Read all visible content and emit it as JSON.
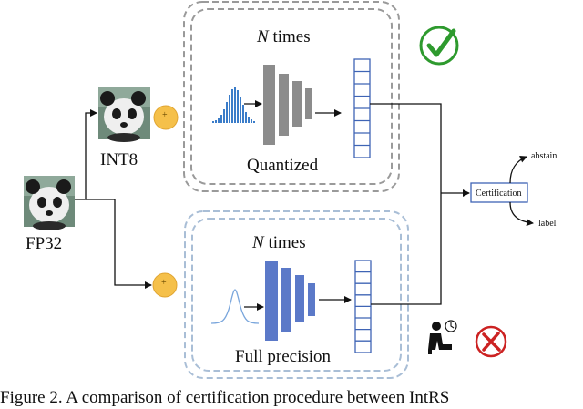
{
  "diagram": {
    "labels": {
      "int8": "INT8",
      "fp32": "FP32",
      "n_symbol": "N",
      "times": " times",
      "quantized": "Quantized",
      "full_precision": "Full precision",
      "certification": "Certification",
      "abstain": "abstain",
      "label": "label",
      "plus": "+"
    },
    "caption": "Figure 2. A comparison of certification procedure between IntRS"
  },
  "colors": {
    "quantized_layers": "#8c8c8c",
    "full_precision_layers": "#5b79c8",
    "output_vector": "#3f64b5",
    "histogram": "#3a7cc9",
    "gaussian": "#7aa6dc",
    "quantized_box_border": "#9a9a9a",
    "full_precision_box_border": "#a9bed6",
    "noise_circle": "#f5c04a",
    "check": "#2e9a2e",
    "cross": "#cc2222"
  },
  "icons": [
    "panda-image-icon",
    "check-icon",
    "cross-icon",
    "person-waiting-icon",
    "clock-icon"
  ]
}
